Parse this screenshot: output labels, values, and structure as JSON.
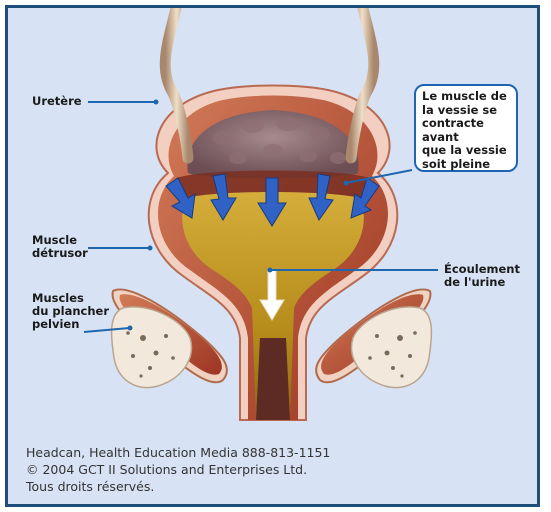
{
  "labels": {
    "ureter": "Uretère",
    "callout": "Le muscle de\nla vessie se\ncontracte avant\nque la vessie\nsoit pleine",
    "detrusor": "Muscle\ndétrusor",
    "pelvic_floor": "Muscles\ndu plancher\npelvien",
    "urine_flow": "Écoulement\nde l'urine"
  },
  "credits": {
    "line1": "Headcan, Health Education Media 888-813-1151",
    "line2": "© 2004 GCT II Solutions and Enterprises Ltd.",
    "line3": "Tous droits réservés."
  },
  "colors": {
    "frame_border": "#1e4f7a",
    "frame_fill": "#d7e3f4",
    "muscle_red": "#b8472f",
    "urine": "#b98f1e",
    "arrow_blue": "#2f62c4",
    "leader_line": "#1f66b0"
  }
}
